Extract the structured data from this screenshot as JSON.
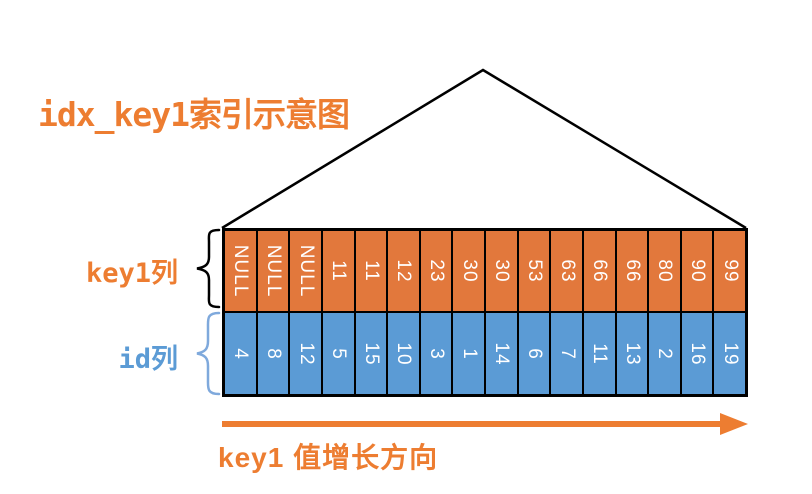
{
  "title": "idx_key1索引示意图",
  "colors": {
    "accent_orange": "#ED7D31",
    "cell_orange": "#E2783C",
    "cell_blue": "#5B9BD5",
    "brace_blue": "#7FA9DC",
    "border_black": "#000000",
    "cell_text": "#FFFFFF"
  },
  "index_table": {
    "key1_row": {
      "label": "key1列",
      "values": [
        "NULL",
        "NULL",
        "NULL",
        "11",
        "11",
        "12",
        "23",
        "30",
        "30",
        "53",
        "63",
        "66",
        "66",
        "80",
        "90",
        "99"
      ]
    },
    "id_row": {
      "label": "id列",
      "values": [
        "4",
        "8",
        "12",
        "5",
        "15",
        "10",
        "3",
        "1",
        "14",
        "6",
        "7",
        "11",
        "13",
        "2",
        "16",
        "19"
      ]
    }
  },
  "arrow": {
    "label": "key1 值增长方向"
  }
}
